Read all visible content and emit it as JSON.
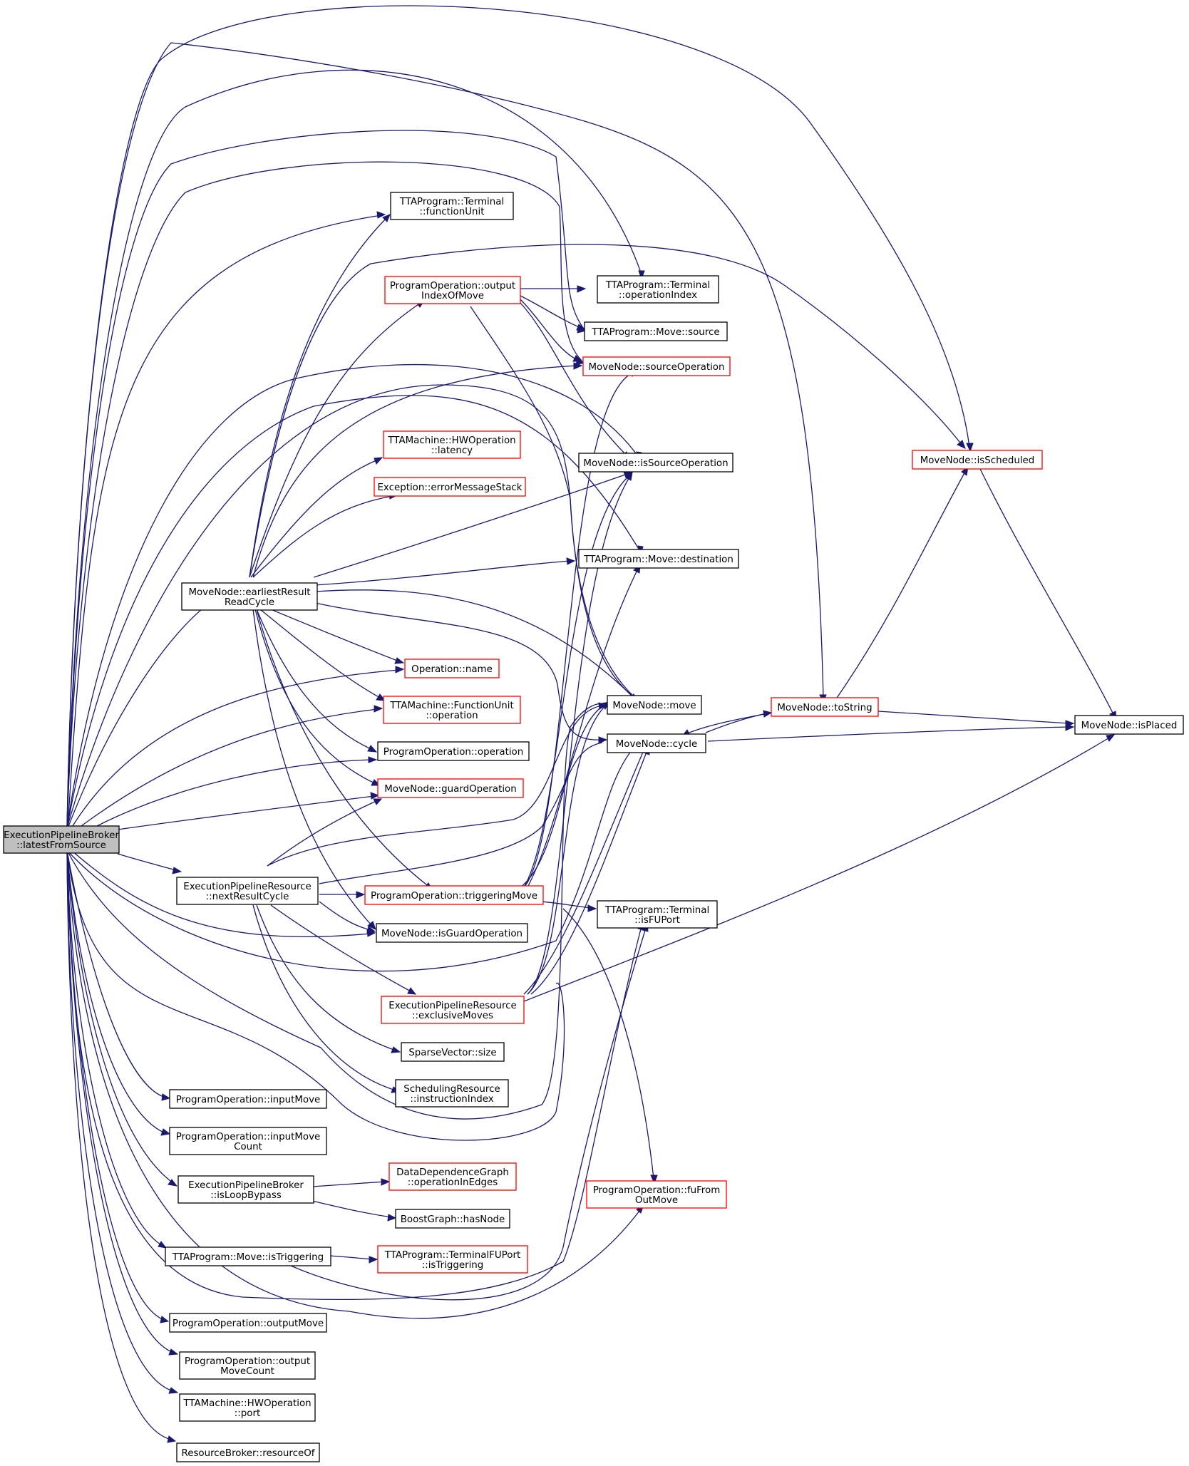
{
  "colors": {
    "edge": "#191970",
    "root_fill": "#bfbfbf",
    "normal_border": "#000000",
    "incomplete_border": "#ff0000"
  },
  "nodes": {
    "root": {
      "lines": [
        "ExecutionPipelineBroker",
        "::latestFromSource"
      ],
      "kind": "root"
    },
    "earliest": {
      "lines": [
        "MoveNode::earliestResult",
        "ReadCycle"
      ],
      "kind": "normal"
    },
    "nextResultCycle": {
      "lines": [
        "ExecutionPipelineResource",
        "::nextResultCycle"
      ],
      "kind": "normal"
    },
    "inputMove": {
      "lines": [
        "ProgramOperation::inputMove"
      ],
      "kind": "normal"
    },
    "inputMoveCount": {
      "lines": [
        "ProgramOperation::inputMove",
        "Count"
      ],
      "kind": "normal"
    },
    "isLoopBypass": {
      "lines": [
        "ExecutionPipelineBroker",
        "::isLoopBypass"
      ],
      "kind": "normal"
    },
    "moveIsTriggering": {
      "lines": [
        "TTAProgram::Move::isTriggering"
      ],
      "kind": "normal"
    },
    "outputMove": {
      "lines": [
        "ProgramOperation::outputMove"
      ],
      "kind": "normal"
    },
    "outputMoveCount": {
      "lines": [
        "ProgramOperation::output",
        "MoveCount"
      ],
      "kind": "normal"
    },
    "hwPort": {
      "lines": [
        "TTAMachine::HWOperation",
        "::port"
      ],
      "kind": "normal"
    },
    "resourceOf": {
      "lines": [
        "ResourceBroker::resourceOf"
      ],
      "kind": "normal"
    },
    "functionUnit": {
      "lines": [
        "TTAProgram::Terminal",
        "::functionUnit"
      ],
      "kind": "normal"
    },
    "outputIndexOfMove": {
      "lines": [
        "ProgramOperation::output",
        "IndexOfMove"
      ],
      "kind": "incomplete"
    },
    "hwLatency": {
      "lines": [
        "TTAMachine::HWOperation",
        "::latency"
      ],
      "kind": "incomplete"
    },
    "errorMessageStack": {
      "lines": [
        "Exception::errorMessageStack"
      ],
      "kind": "incomplete"
    },
    "opName": {
      "lines": [
        "Operation::name"
      ],
      "kind": "incomplete"
    },
    "fuOperation": {
      "lines": [
        "TTAMachine::FunctionUnit",
        "::operation"
      ],
      "kind": "incomplete"
    },
    "poOperation": {
      "lines": [
        "ProgramOperation::operation"
      ],
      "kind": "normal"
    },
    "guardOperation": {
      "lines": [
        "MoveNode::guardOperation"
      ],
      "kind": "incomplete"
    },
    "triggeringMove": {
      "lines": [
        "ProgramOperation::triggeringMove"
      ],
      "kind": "incomplete"
    },
    "isGuardOperation": {
      "lines": [
        "MoveNode::isGuardOperation"
      ],
      "kind": "normal"
    },
    "exclusiveMoves": {
      "lines": [
        "ExecutionPipelineResource",
        "::exclusiveMoves"
      ],
      "kind": "incomplete"
    },
    "sparseSize": {
      "lines": [
        "SparseVector::size"
      ],
      "kind": "normal"
    },
    "instructionIndex": {
      "lines": [
        "SchedulingResource",
        "::instructionIndex"
      ],
      "kind": "normal"
    },
    "opInEdges": {
      "lines": [
        "DataDependenceGraph",
        "::operationInEdges"
      ],
      "kind": "incomplete"
    },
    "hasNode": {
      "lines": [
        "BoostGraph::hasNode"
      ],
      "kind": "normal"
    },
    "tfuIsTriggering": {
      "lines": [
        "TTAProgram::TerminalFUPort",
        "::isTriggering"
      ],
      "kind": "incomplete"
    },
    "operationIndex": {
      "lines": [
        "TTAProgram::Terminal",
        "::operationIndex"
      ],
      "kind": "normal"
    },
    "moveSource": {
      "lines": [
        "TTAProgram::Move::source"
      ],
      "kind": "normal"
    },
    "sourceOperation": {
      "lines": [
        "MoveNode::sourceOperation"
      ],
      "kind": "incomplete"
    },
    "isSourceOperation": {
      "lines": [
        "MoveNode::isSourceOperation"
      ],
      "kind": "normal"
    },
    "moveDestination": {
      "lines": [
        "TTAProgram::Move::destination"
      ],
      "kind": "normal"
    },
    "mnMove": {
      "lines": [
        "MoveNode::move"
      ],
      "kind": "normal"
    },
    "mnCycle": {
      "lines": [
        "MoveNode::cycle"
      ],
      "kind": "normal"
    },
    "isFUPort": {
      "lines": [
        "TTAProgram::Terminal",
        "::isFUPort"
      ],
      "kind": "normal"
    },
    "fuFromOutMove": {
      "lines": [
        "ProgramOperation::fuFrom",
        "OutMove"
      ],
      "kind": "incomplete"
    },
    "toString": {
      "lines": [
        "MoveNode::toString"
      ],
      "kind": "incomplete"
    },
    "isScheduled": {
      "lines": [
        "MoveNode::isScheduled"
      ],
      "kind": "incomplete"
    },
    "isPlaced": {
      "lines": [
        "MoveNode::isPlaced"
      ],
      "kind": "normal"
    }
  }
}
